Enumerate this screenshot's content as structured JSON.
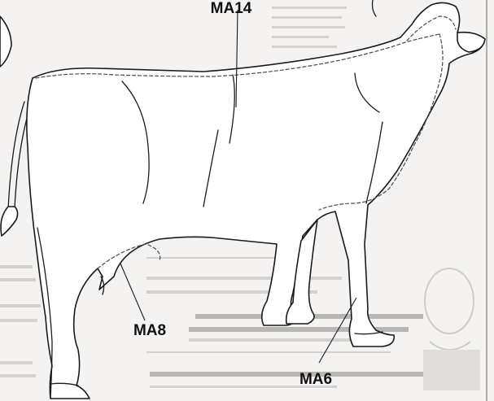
{
  "labels": {
    "top": "MA14",
    "hind_leg": "MA8",
    "front_leg": "MA6"
  }
}
